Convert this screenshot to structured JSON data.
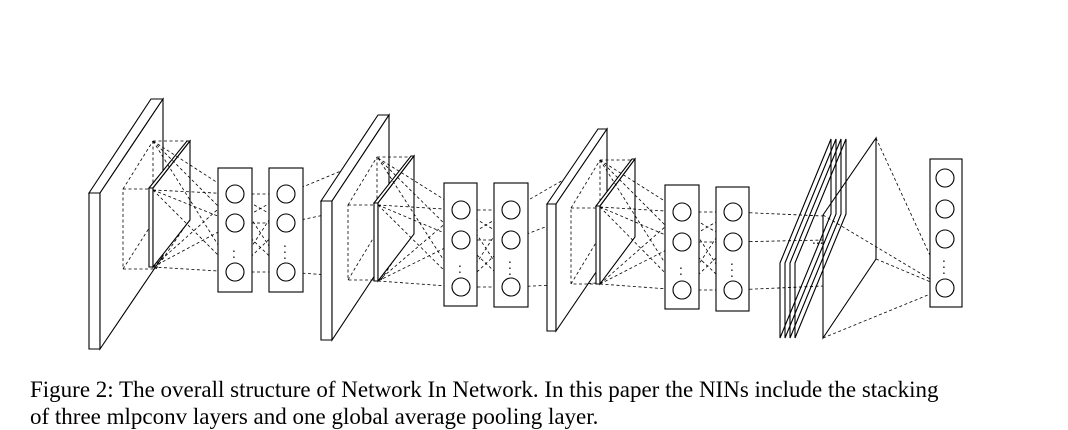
{
  "figure": {
    "caption_line_1": "Figure 2: The overall structure of Network In Network. In this paper the NINs include the stacking",
    "caption_line_2": "of three mlpconv layers and one global average pooling layer.",
    "ellipsis": "...",
    "structure": {
      "mlpconv_blocks": 3,
      "mlp_layers_per_block": 2,
      "global_average_pooling_layers": 1
    },
    "colors": {
      "stroke": "#000000",
      "background": "#ffffff"
    }
  }
}
